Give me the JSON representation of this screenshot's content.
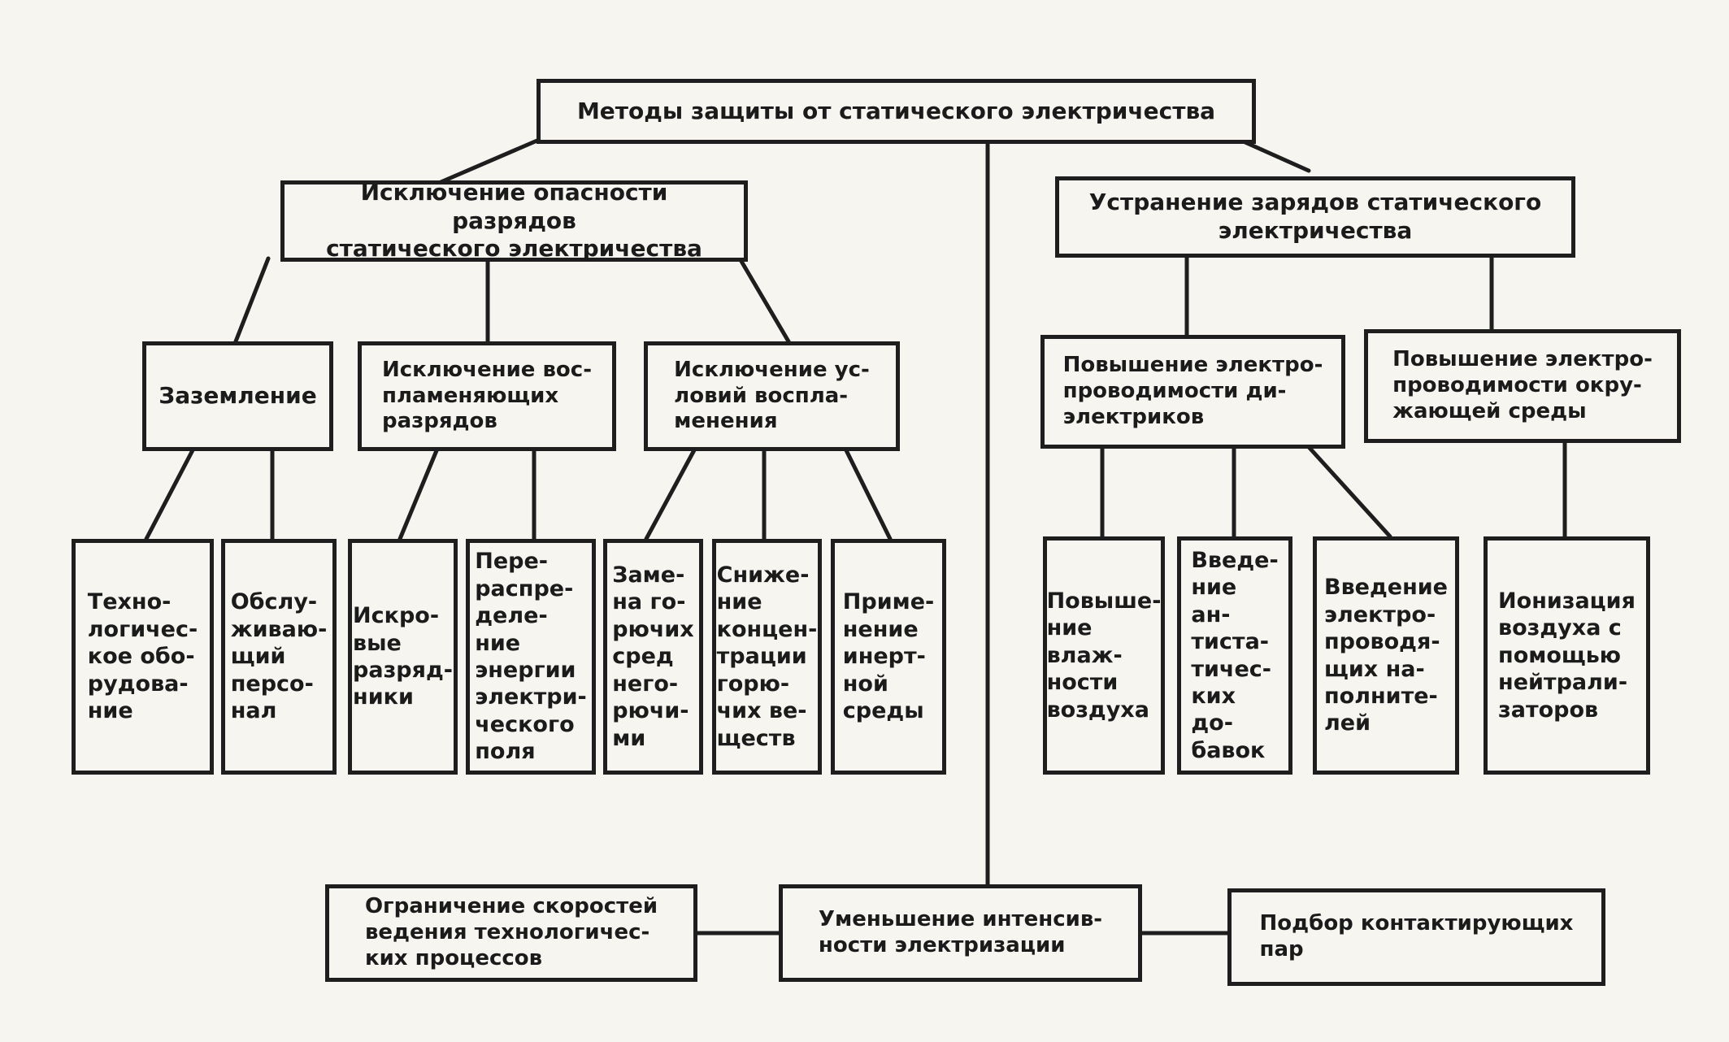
{
  "diagram": {
    "root": "Методы защиты от статического электричества",
    "left_branch": {
      "title": "Исключение опасности разрядов\nстатического электричества",
      "groups": [
        {
          "title": "Заземление",
          "items": [
            "Техно-\nлогичес-\nкое обо-\nрудова-\nние",
            "Обслу-\nживаю-\nщий\nперсо-\nнал"
          ]
        },
        {
          "title": "Исключение вос-\nпламеняющих\nразрядов",
          "items": [
            "Искро-\nвые\nразряд-\nники",
            "Пере-\nраспре-\nделе-\nние\nэнергии\nэлектри-\nческого\nполя"
          ]
        },
        {
          "title": "Исключение ус-\nловий воспла-\nменения",
          "items": [
            "Заме-\nна го-\nрючих\nсред\nнего-\nрючи-\nми",
            "Сниже-\nние\nконцен-\nтрации\nгорю-\nчих ве-\nществ",
            "Приме-\nнение\nинерт-\nной\nсреды"
          ]
        }
      ]
    },
    "right_branch": {
      "title": "Устранение зарядов статического\nэлектричества",
      "groups": [
        {
          "title": "Повышение электро-\nпроводимости ди-\nэлектриков",
          "items": [
            "Повыше-\nние\nвлаж-\nности\nвоздуха",
            "Введе-\nние ан-\nтиста-\nтичес-\nких до-\nбавок",
            "Введение\nэлектро-\nпроводя-\nщих на-\nполните-\nлей"
          ]
        },
        {
          "title": "Повышение электро-\nпроводимости окру-\nжающей среды",
          "items": [
            "Ионизация\nвоздуха с\nпомощью\nнейтрали-\nзаторов"
          ]
        }
      ]
    },
    "bottom_branch": {
      "title": "Уменьшение интенсив-\nности электризации",
      "left": "Ограничение скоростей\nведения технологичес-\nких процессов",
      "right": "Подбор контактирующих\nпар"
    }
  }
}
